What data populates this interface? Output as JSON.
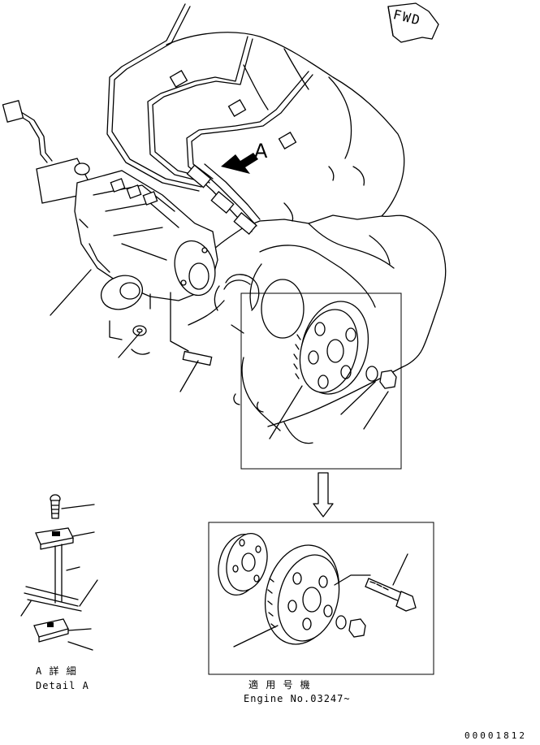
{
  "figure": {
    "direction_badge": "FWD",
    "view_marker": "A",
    "detail_label_jp": "A 詳 細",
    "detail_label_en": "Detail A",
    "applicable_label_jp": "適 用 号 機",
    "applicable_label_en": "Engine No.03247~",
    "drawing_code": "00001812"
  },
  "colors": {
    "line": "#000000",
    "background": "#ffffff"
  },
  "icons": [
    "fwd-arrow-icon",
    "view-arrow-icon",
    "down-arrow-icon"
  ]
}
